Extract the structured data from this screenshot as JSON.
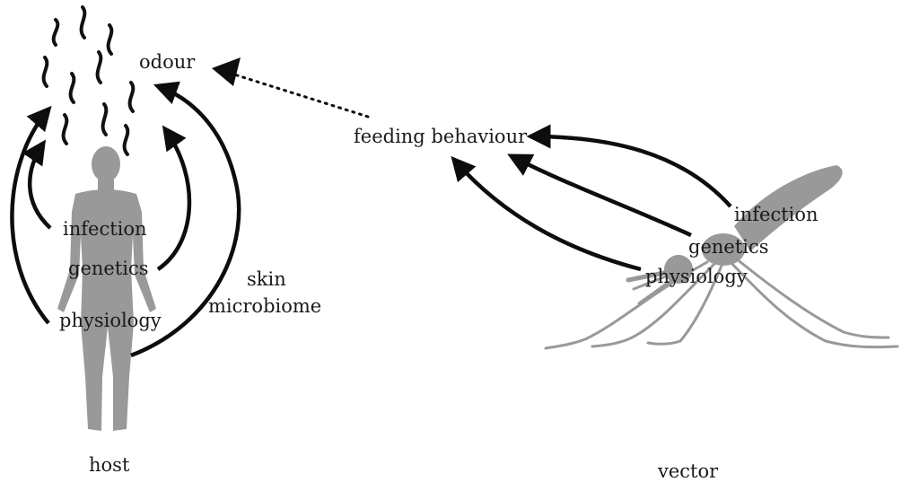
{
  "labels": {
    "odour": "odour",
    "feeding_behaviour": "feeding behaviour",
    "host": "host",
    "vector": "vector",
    "skin": "skin",
    "microbiome": "microbiome",
    "host_infection": "infection",
    "host_genetics": "genetics",
    "host_physiology": "physiology",
    "vector_infection": "infection",
    "vector_genetics": "genetics",
    "vector_physiology": "physiology"
  },
  "colors": {
    "arrow": "#0d0d0d",
    "silhouette": "#999999",
    "text": "#1a1a1a"
  },
  "icons": {
    "odour_wisps": "wavy-odour-icon",
    "host_figure": "human-silhouette-icon",
    "vector_figure": "mosquito-silhouette-icon"
  }
}
